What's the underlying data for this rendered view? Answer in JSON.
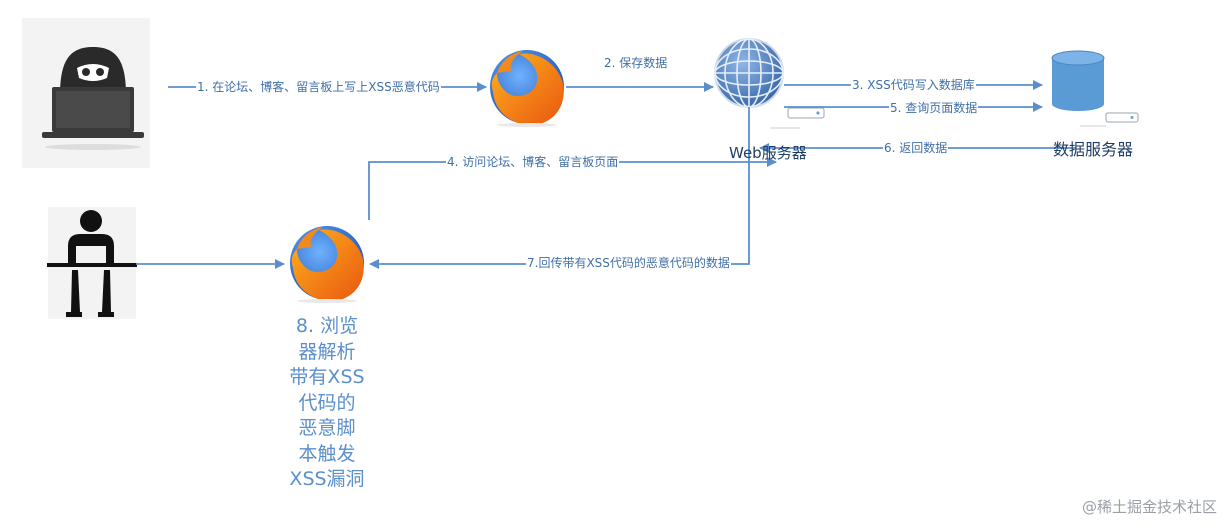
{
  "nodes": {
    "attacker": {
      "icon": "hacker-laptop-icon"
    },
    "browser_attacker": {
      "icon": "firefox-icon"
    },
    "web_server": {
      "icon": "globe-server-icon",
      "label": "Web服务器"
    },
    "db_server": {
      "icon": "database-cylinder-icon",
      "label": "数据服务器"
    },
    "user": {
      "icon": "user-at-desk-icon"
    },
    "browser_user": {
      "icon": "firefox-icon"
    }
  },
  "edges": [
    {
      "id": "e1",
      "label": "1. 在论坛、博客、留言板上写上XSS恶意代码"
    },
    {
      "id": "e2",
      "label": "2. 保存数据"
    },
    {
      "id": "e3",
      "label": "3. XSS代码写入数据库"
    },
    {
      "id": "e4",
      "label": "4. 访问论坛、博客、留言板页面"
    },
    {
      "id": "e5",
      "label": "5. 查询页面数据"
    },
    {
      "id": "e6",
      "label": "6. 返回数据"
    },
    {
      "id": "e7",
      "label": "7.回传带有XSS代码的恶意代码的数据"
    }
  ],
  "note": {
    "lines": [
      "8. 浏览",
      "器解析",
      "带有XSS",
      "代码的",
      "恶意脚",
      "本触发",
      "XSS漏洞"
    ]
  },
  "watermark": "@稀土掘金技术社区",
  "colors": {
    "arrow": "#5b8fcc",
    "label_text": "#3f6fa8",
    "db_fill": "#5b9bd5",
    "icon_dark": "#222222"
  }
}
